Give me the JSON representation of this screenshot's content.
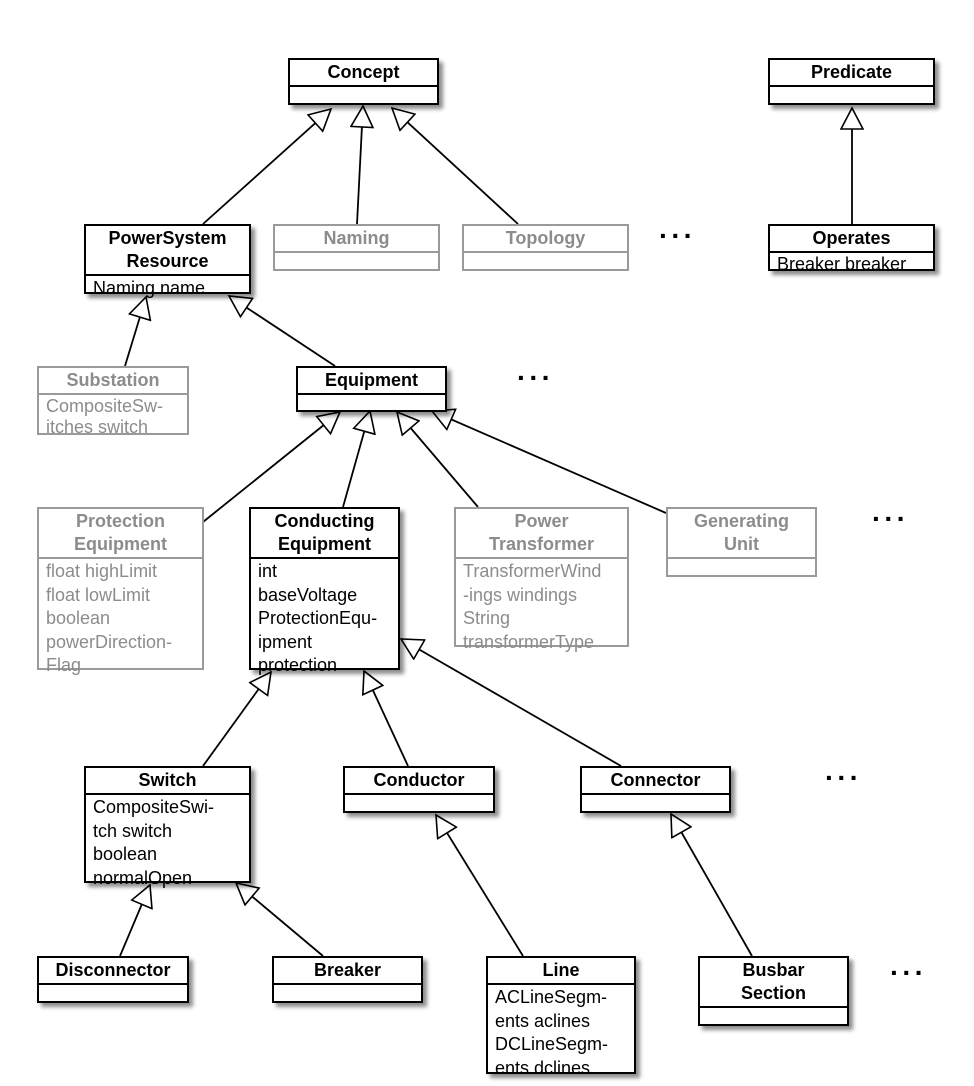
{
  "classes": {
    "concept": {
      "name": "Concept"
    },
    "predicate": {
      "name": "Predicate"
    },
    "power_system_resource": {
      "name_line1": "PowerSystem",
      "name_line2": "Resource",
      "attrs": [
        "Naming name"
      ]
    },
    "naming": {
      "name": "Naming"
    },
    "topology": {
      "name": "Topology"
    },
    "operates": {
      "name": "Operates",
      "attrs": [
        "Breaker breaker"
      ]
    },
    "substation": {
      "name": "Substation",
      "attrs": [
        "CompositeSw-",
        "itches switch"
      ]
    },
    "equipment": {
      "name": "Equipment"
    },
    "protection_equipment": {
      "name_line1": "Protection",
      "name_line2": "Equipment",
      "attrs": [
        "float highLimit",
        "float lowLimit",
        "boolean",
        "powerDirection-",
        "Flag"
      ]
    },
    "conducting_equipment": {
      "name_line1": "Conducting",
      "name_line2": "Equipment",
      "attrs": [
        "int",
        "baseVoltage",
        "ProtectionEqu-",
        "ipment",
        "protection"
      ]
    },
    "power_transformer": {
      "name_line1": "Power",
      "name_line2": "Transformer",
      "attrs": [
        "TransformerWind",
        "-ings windings",
        "String",
        "transformerType"
      ]
    },
    "generating_unit": {
      "name_line1": "Generating",
      "name_line2": "Unit"
    },
    "switch": {
      "name": "Switch",
      "attrs": [
        "CompositeSwi-",
        "tch switch",
        "boolean",
        "normalOpen"
      ]
    },
    "conductor": {
      "name": "Conductor"
    },
    "connector": {
      "name": "Connector"
    },
    "disconnector": {
      "name": "Disconnector"
    },
    "breaker": {
      "name": "Breaker"
    },
    "line": {
      "name": "Line",
      "attrs": [
        "ACLineSegm-",
        "ents aclines",
        "DCLineSegm-",
        "ents dclines"
      ]
    },
    "busbar_section": {
      "name_line1": "Busbar",
      "name_line2": "Section"
    }
  },
  "ellipsis": "···"
}
